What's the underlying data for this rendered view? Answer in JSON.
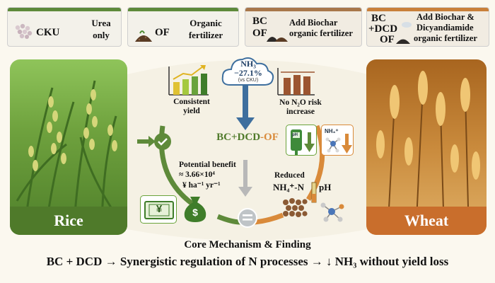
{
  "treatments": [
    {
      "code": "CKU",
      "desc_line1": "Urea",
      "desc_line2": "only"
    },
    {
      "code": "OF",
      "desc_line1": "Organic",
      "desc_line2": "fertilizer"
    },
    {
      "code_line1": "BC",
      "code_line2": "OF",
      "desc": "Add Biochar organic fertilizer"
    },
    {
      "code_line1": "BC",
      "code_line2": "+DCD",
      "code_line3": "OF",
      "desc_line1": "Add Biochar &",
      "desc_line2": "Dicyandiamide",
      "desc_line3": "organic fertilizer"
    }
  ],
  "photos": {
    "left_label": "Rice",
    "right_label": "Wheat"
  },
  "center": {
    "ammonia_label": "NH₃",
    "ammonia_change": "−27.1%",
    "ammonia_ref": "(vs CKU)",
    "yield_label_line1": "Consistent",
    "yield_label_line2": "yield",
    "n2o_line1": "No N₂O risk",
    "n2o_line2": "increase",
    "treatment_bc": "BC",
    "treatment_dcd": "DCD",
    "treatment_of": "OF",
    "benefit_line1": "Potential benefit",
    "benefit_line2": "≈ 3.66×10⁴",
    "benefit_line3": "¥ ha⁻¹ yr⁻¹",
    "reduced_label": "Reduced",
    "nh4_label": "NH₄⁺-N",
    "ph_label": "pH",
    "ph_badge": "pH",
    "nh4_badge": "NH₄⁺",
    "currency_symbol": "¥",
    "dollar_symbol": "$"
  },
  "footer": {
    "title": "Core Mechanism & Finding",
    "statement": "BC + DCD → Synergistic regulation of N processes → ↓ NH₃ without yield loss"
  },
  "colors": {
    "green": "#5e8a3a",
    "orange": "#d98a3a",
    "blue": "#3e6f9e",
    "brown": "#8b4a2b"
  }
}
